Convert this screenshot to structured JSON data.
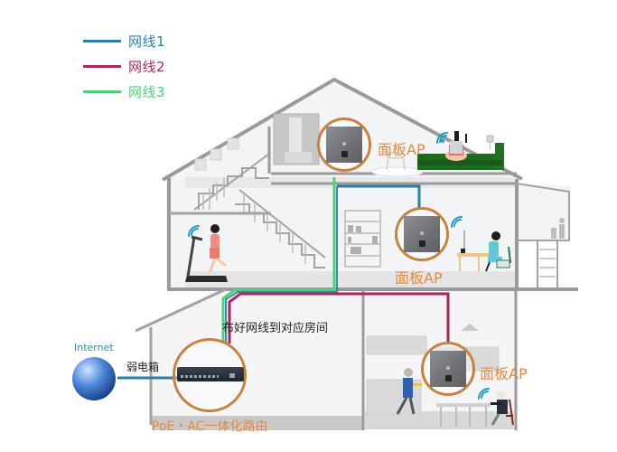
{
  "legend": {
    "items": [
      {
        "label": "网线1",
        "color": "#2a7fa5"
      },
      {
        "label": "网线2",
        "color": "#a8285e"
      },
      {
        "label": "网线3",
        "color": "#4ad27a"
      }
    ]
  },
  "house": {
    "wall_color": "#9a9a9a",
    "fill_color": "#f3f4f6"
  },
  "access_points": [
    {
      "label": "面板AP",
      "room": "top-floor-living-room"
    },
    {
      "label": "面板AP",
      "room": "middle-floor-study"
    },
    {
      "label": "面板AP",
      "room": "ground-floor-dining"
    }
  ],
  "annotations": {
    "wiring_note": "布好网线到对应房间",
    "internet_label": "Internet",
    "cabinet_label": "弱电箱",
    "router_label": "PoE・AC一体化路由"
  },
  "colors": {
    "accent_orange": "#e38a3e",
    "ring_orange": "#c8823f",
    "sofa_green": "#1e6b1e",
    "wifi_blue": "#1f9bbf"
  }
}
